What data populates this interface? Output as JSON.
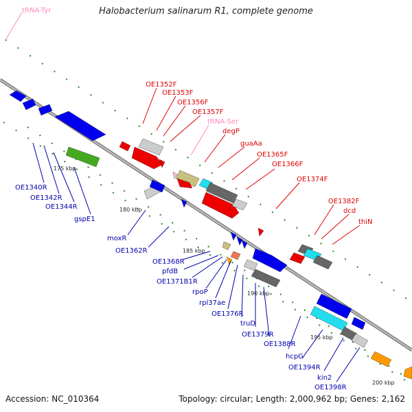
{
  "title": "Halobacterium salinarum R1, complete genome",
  "accession": "Accession: NC_010364",
  "summary": "Topology: circular; Length: 2,000,962 bp; Genes: 2,162",
  "colors": {
    "backbone": "#8a8a8a",
    "tick": "#228822",
    "plus_label": "#dd0000",
    "minus_label": "#0000aa",
    "rna_label": "#ff88bb"
  },
  "kbp_labels": [
    "175 kbp",
    "180 kbp",
    "185 kbp",
    "190 kbp",
    "195 kbp",
    "200 kbp"
  ],
  "gene_labels": {
    "trna_tyr": "tRNA-Tyr",
    "oe1352f": "OE1352F",
    "oe1353f": "OE1353F",
    "oe1356f": "OE1356F",
    "oe1357f": "OE1357F",
    "trna_ser": "tRNA-Ser",
    "degp": "degP",
    "guaaa": "guaAa",
    "oe1365f": "OE1365F",
    "oe1366f": "OE1366F",
    "oe1374f": "OE1374F",
    "oe1382f": "OE1382F",
    "dcd": "dcd",
    "thin": "thiN",
    "oe1340r": "OE1340R",
    "oe1342r": "OE1342R",
    "oe1344r": "OE1344R",
    "gspe1": "gspE1",
    "moxr": "moxR",
    "oe1362r": "OE1362R",
    "oe1368r": "OE1368R",
    "pfdb": "pfdB",
    "oe1371b1r": "OE1371B1R",
    "rpop": "rpoP",
    "rpl37ae": "rpl37ae",
    "oe1376r": "OE1376R",
    "trud": "truD",
    "oe1379r": "OE1379R",
    "oe1388r": "OE1388R",
    "hcpg": "hcpG",
    "oe1394r": "OE1394R",
    "kin2": "kin2",
    "oe1398r": "OE1398R"
  }
}
